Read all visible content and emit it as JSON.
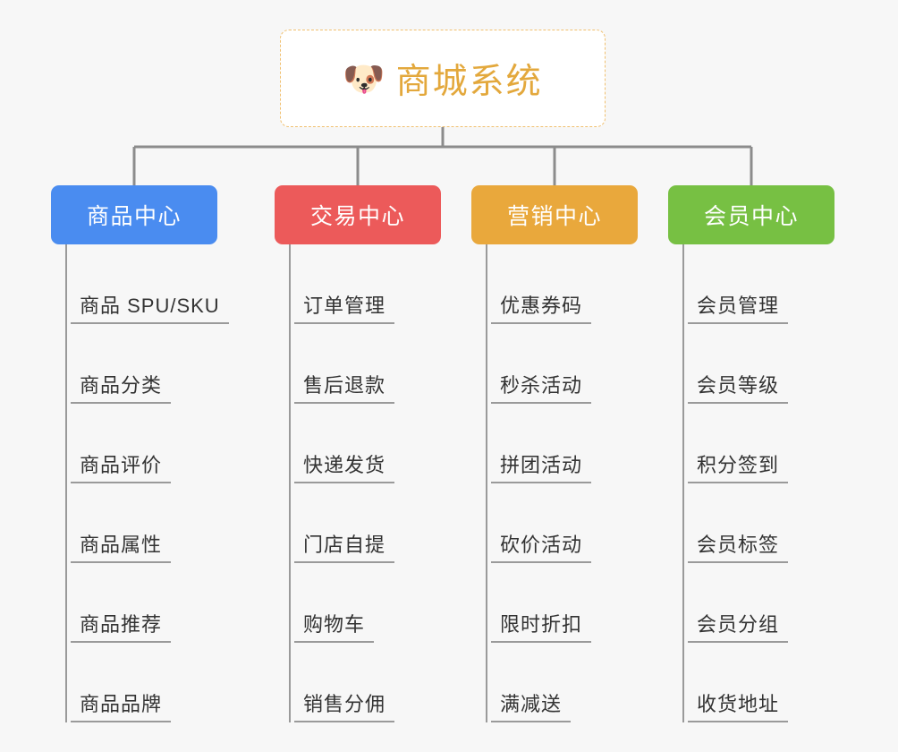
{
  "diagram": {
    "type": "mind-map",
    "background_color": "#f7f7f7",
    "line_color": "#8c8c8c",
    "root": {
      "icon": "shiba-dog-face-emoji",
      "icon_glyph": "🐶",
      "title": "商城系统",
      "title_color": "#e3a83c",
      "border_color": "#f0c070",
      "background_color": "#ffffff"
    },
    "categories": [
      {
        "label": "商品中心",
        "color": "#4a8cf0",
        "items": [
          "商品 SPU/SKU",
          "商品分类",
          "商品评价",
          "商品属性",
          "商品推荐",
          "商品品牌"
        ]
      },
      {
        "label": "交易中心",
        "color": "#ec5a5a",
        "items": [
          "订单管理",
          "售后退款",
          "快递发货",
          "门店自提",
          "购物车",
          "销售分佣"
        ]
      },
      {
        "label": "营销中心",
        "color": "#e9a83c",
        "items": [
          "优惠券码",
          "秒杀活动",
          "拼团活动",
          "砍价活动",
          "限时折扣",
          "满减送"
        ]
      },
      {
        "label": "会员中心",
        "color": "#77c043",
        "items": [
          "会员管理",
          "会员等级",
          "积分签到",
          "会员标签",
          "会员分组",
          "收货地址"
        ]
      }
    ]
  }
}
